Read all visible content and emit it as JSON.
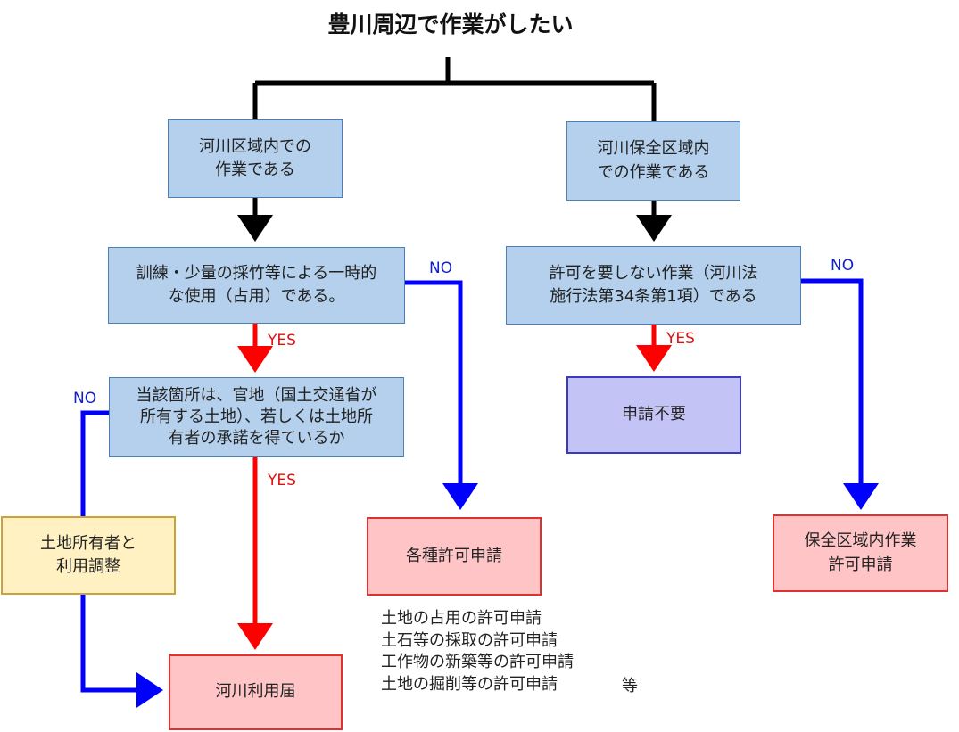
{
  "title": "豊川周辺で作業がしたい",
  "boxes": {
    "river_area": "河川区域内での\n作業である",
    "conservation_area": "河川保全区域内\nでの作業である",
    "temporary_use": "訓練・少量の採竹等による一時的\nな使用（占用）である。",
    "no_permit_needed_work": "許可を要しない作業（河川法\n施行法第34条第1項）である",
    "no_application": "申請不要",
    "land_check": "当該箇所は、官地（国土交通省が\n所有する土地）、若しくは土地所\n有者の承諾を得ているか",
    "landowner_coordination": "土地所有者と\n利用調整",
    "various_permits": "各種許可申請",
    "conservation_permit": "保全区域内作業\n許可申請",
    "river_use_notice": "河川利用届"
  },
  "labels": {
    "yes": "YES",
    "no": "NO"
  },
  "permit_examples": [
    "土地の占用の許可申請",
    "土石等の採取の許可申請",
    "工作物の新築等の許可申請",
    "土地の掘削等の許可申請"
  ],
  "permit_examples_suffix": "等",
  "colors": {
    "black": "#000000",
    "red": "#ff0000",
    "blue": "#0000ff"
  }
}
